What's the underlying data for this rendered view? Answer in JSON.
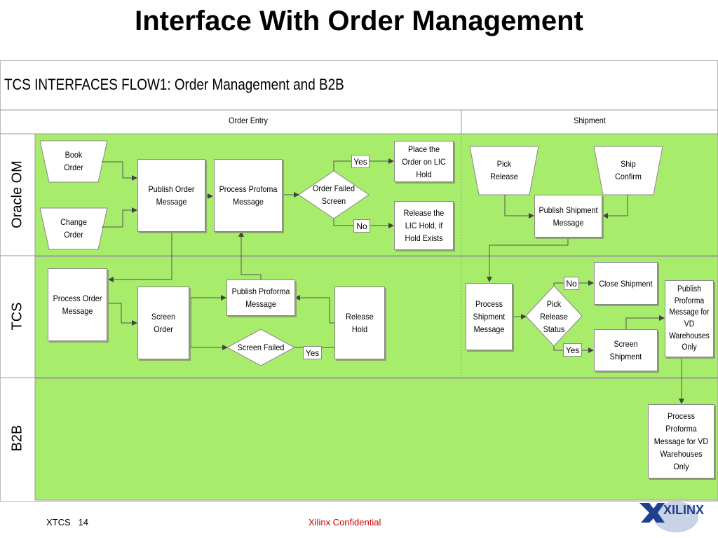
{
  "slide": {
    "title": "Interface With Order Management"
  },
  "diagram": {
    "flow_title": "TCS INTERFACES FLOW1: Order Management and B2B",
    "columns": [
      "Order Entry",
      "Shipment"
    ],
    "lanes": [
      "Oracle OM",
      "TCS",
      "B2B"
    ],
    "nodes": {
      "book_order": "Book Order",
      "change_order": "Change Order",
      "publish_order_message": "Publish Order Message",
      "process_profoma_message": "Process Profoma Message",
      "order_failed_screen": "Order Failed Screen",
      "place_order_lic_hold": "Place the Order on LIC Hold",
      "release_lic_hold": "Release the LIC Hold, if Hold Exists",
      "pick_release": "Pick Release",
      "ship_confirm": "Ship Confirm",
      "publish_shipment_message": "Publish Shipment Message",
      "process_order_message": "Process Order Message",
      "screen_order": "Screen Order",
      "publish_proforma_message": "Publish Proforma Message",
      "release_hold": "Release Hold",
      "screen_failed": "Screen Failed",
      "process_shipment_message": "Process Shipment Message",
      "pick_release_status": "Pick Release Status",
      "close_shipment": "Close Shipment",
      "screen_shipment": "Screen Shipment",
      "publish_proforma_vd": "Publish Proforma Message for VD Warehouses Only",
      "process_proforma_vd": "Process Proforma Message for VD Warehouses Only"
    },
    "edge_labels": {
      "yes": "Yes",
      "no": "No"
    }
  },
  "footer": {
    "left": "XTCS   14",
    "center": "Xilinx Confidential"
  },
  "logo": {
    "text": "XILINX"
  },
  "colors": {
    "lane_fill": "#a8ec6c",
    "border": "#8a8a8a",
    "line": "#555555",
    "confidential": "#cc0000"
  }
}
